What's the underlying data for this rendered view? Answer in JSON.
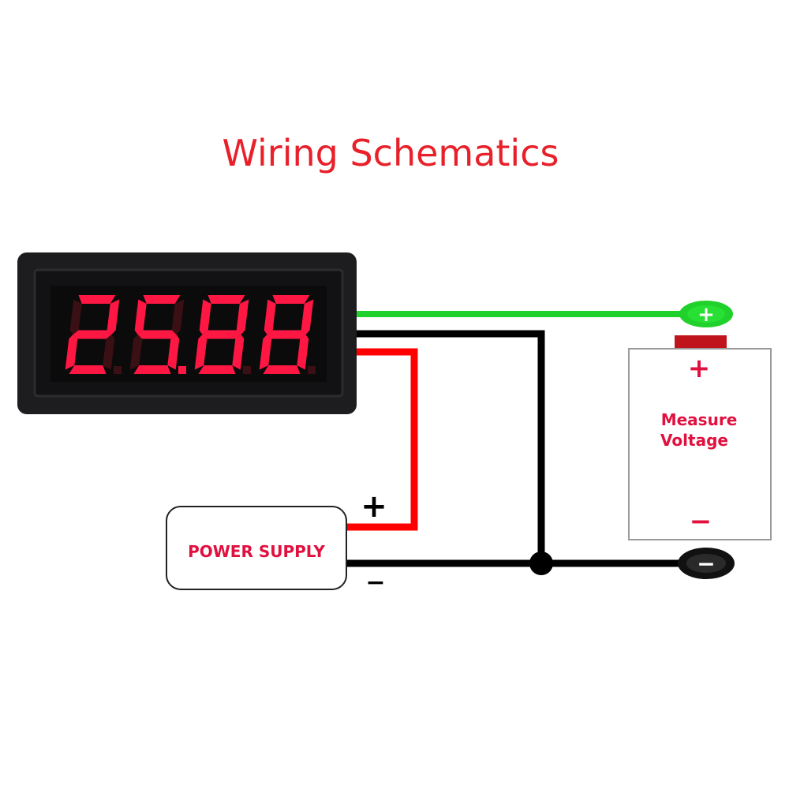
{
  "title": "Wiring Schematics",
  "meter": {
    "display_digits": [
      "2",
      "5",
      "8",
      "8"
    ],
    "decimal_point_after_digit": 2,
    "digit_color": "#ff1744",
    "bezel_color": "#1d1d1f"
  },
  "power_supply": {
    "label": "POWER SUPPLY",
    "plus_sign": "+",
    "minus_sign": "−"
  },
  "measure": {
    "label_line1": "Measure",
    "label_line2": "Voltage",
    "plus_sign": "+",
    "minus_sign": "−"
  },
  "terminals": {
    "positive_symbol": "+",
    "negative_symbol": "−"
  },
  "colors": {
    "title": "#e8202a",
    "label": "#e0103f",
    "wire_green": "#1fd12a",
    "wire_black": "#000000",
    "wire_red": "#ff0000",
    "battery_cap": "#c0141c"
  }
}
